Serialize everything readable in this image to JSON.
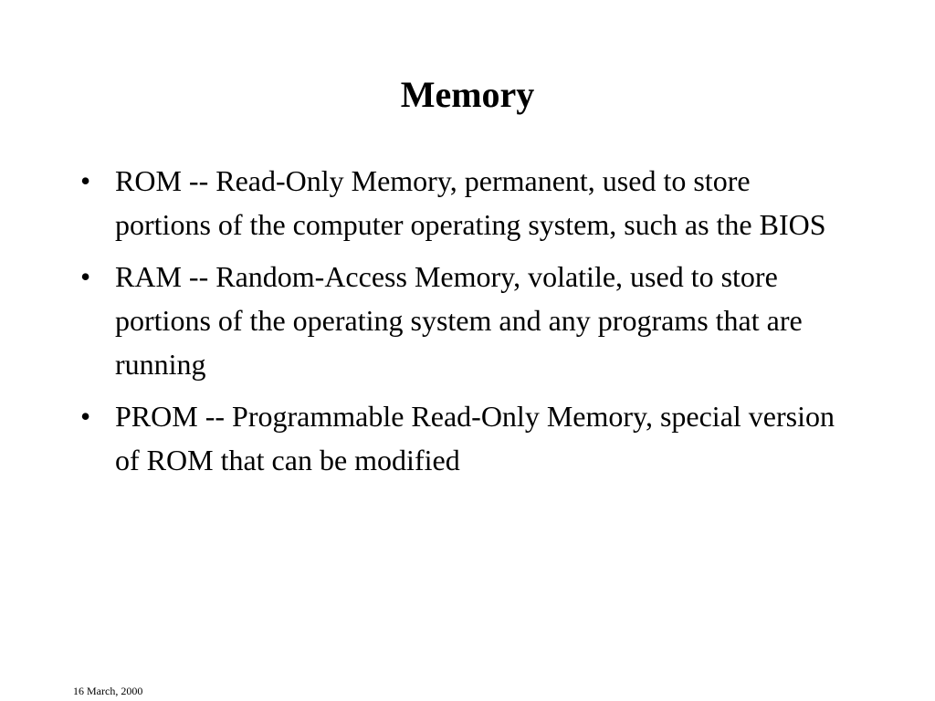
{
  "slide": {
    "title": "Memory",
    "bullets": [
      {
        "marker": "•",
        "text": "ROM -- Read-Only Memory, permanent, used to store portions of the computer operating system, such as the BIOS"
      },
      {
        "marker": "•",
        "text": "RAM -- Random-Access Memory, volatile, used to store portions of the operating system and any programs that are running"
      },
      {
        "marker": "•",
        "text": "PROM -- Programmable Read-Only Memory, special version of ROM that can be modified"
      }
    ],
    "footer_date": "16 March, 2000"
  }
}
